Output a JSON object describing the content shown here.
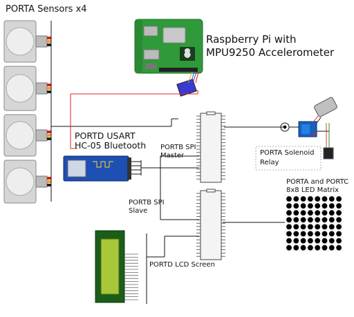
{
  "labels": {
    "porta_sensors": "PORTA Sensors x4",
    "rpi_line1": "Raspberry Pi with",
    "rpi_line2": "MPU9250 Accelerometer",
    "portd_usart": "PORTD USART",
    "bluetooth": "HC-05 Bluetooth",
    "portb_spi_master_1": "PORTB SPI",
    "portb_spi_master_2": "Master",
    "porta_solenoid_1": "PORTA Solenoid",
    "porta_solenoid_2": "Relay",
    "portb_spi_slave_1": "PORTB SPI",
    "portb_spi_slave_2": "Slave",
    "led_matrix_1": "PORTA and PORTC",
    "led_matrix_2": "8x8 LED Matrix",
    "lcd": "PORTD LCD Screen"
  },
  "components": {
    "pir_sensor_count": 4,
    "microcontroller_count": 2,
    "led_matrix_rows": 8,
    "led_matrix_cols": 8
  },
  "colors": {
    "wire": "#111111",
    "wire_red": "#e02020",
    "rpi_board": "#2f9a3a",
    "led_dot": "#000000",
    "lcd_screen": "#a8c83a",
    "relay": "#1560c0",
    "pir_dome": "#e8e8e8"
  }
}
